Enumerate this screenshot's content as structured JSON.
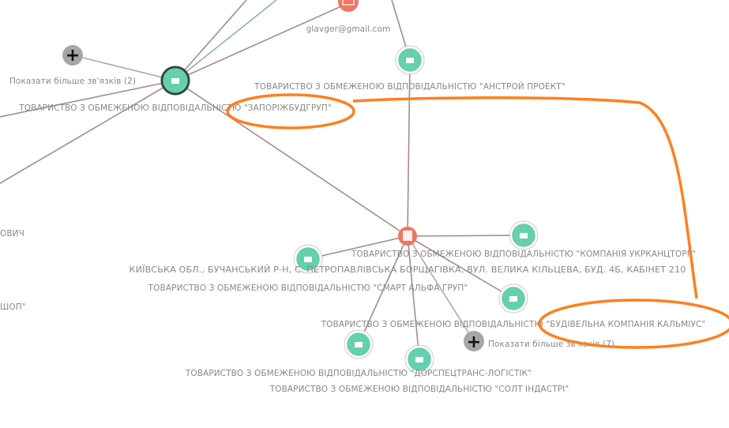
{
  "graph": {
    "email_label": "glavger@gmail.com",
    "more_links_left": "Показати більше зв'язків (2)",
    "more_links_bottom": "Показати більше зв'язків (7)",
    "hub_label": "ТОВАРИСТВО З ОБМЕЖЕНОЮ ВІДПОВІДАЛЬНІСТЮ \"ЗАПОРІЖБУДГРУП\"",
    "anstroy_label": "ТОВАРИСТВО З ОБМЕЖЕНОЮ ВІДПОВІДАЛЬНІСТЮ \"АНСТРОЙ ПРОЕКТ\"",
    "address_label": "КИЇВСЬКА ОБЛ., БУЧАНСЬКИЙ Р-Н, С. ПЕТРОПАВЛІВСЬКА БОРЩАГІВКА, ВУЛ. ВЕЛИКА КІЛЬЦЕВА, БУД. 4Б, КАБІНЕТ 210",
    "ukrkantorg_label": "ТОВАРИСТВО З ОБМЕЖЕНОЮ ВІДПОВІДАЛЬНІСТЮ \"КОМПАНІЯ УКРКАНЦТОРГ\"",
    "smartalfa_label": "ТОВАРИСТВО З ОБМЕЖЕНОЮ ВІДПОВІДАЛЬНІСТЮ \"СМАРТ АЛЬФА ГРУП\"",
    "kalmius_label": "ТОВАРИСТВО З ОБМЕЖЕНОЮ ВІДПОВІДАЛЬНІСТЮ \"БУДІВЕЛЬНА КОМПАНІЯ КАЛЬМІУС\"",
    "logistik_label": "ТОВАРИСТВО З ОБМЕЖЕНОЮ ВІДПОВІДАЛЬНІСТЮ \"ДОРСПЕЦТРАНС-ЛОГІСТІК\"",
    "solt_label": "ТОВАРИСТВО З ОБМЕЖЕНОЮ ВІДПОВІДАЛЬНІСТЮ \"СОЛТ ІНДАСТРІ\"",
    "left_cut_label_1": "ОВИЧ",
    "left_cut_label_2": "ШОП\""
  },
  "colors": {
    "company": "#66cfad",
    "address": "#ef7564",
    "more": "#a6a6a6",
    "annotation": "#ff7f1e"
  }
}
